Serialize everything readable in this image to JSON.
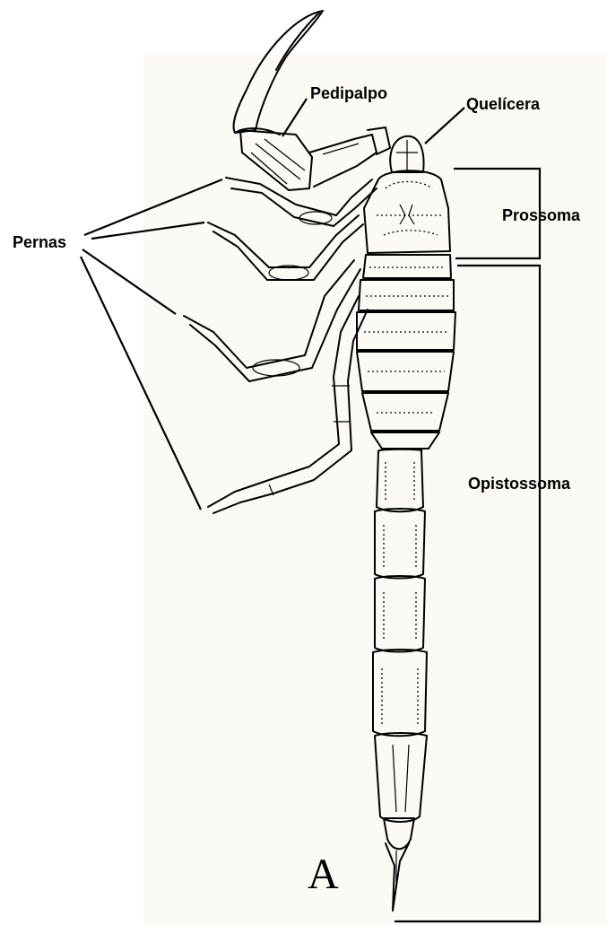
{
  "labels": {
    "pedipalpo": "Pedipalpo",
    "quelicera": "Quelícera",
    "pernas": "Pernas",
    "prossoma": "Prossoma",
    "opistossoma": "Opistossoma",
    "figure_letter": "A"
  }
}
